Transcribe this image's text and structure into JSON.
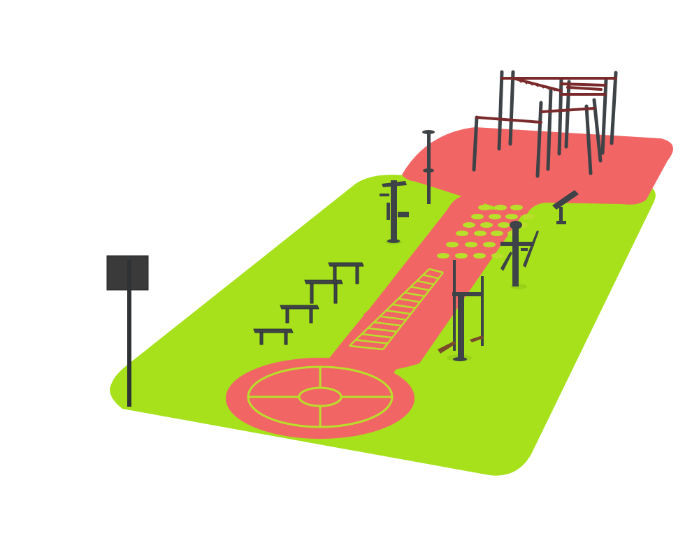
{
  "scene": {
    "description_hidden": false,
    "colors": {
      "background": "#ffffff",
      "turf_green": "#a6e11c",
      "turf_green_edge": "#8cc715",
      "track_red": "#f26565",
      "track_red_edge": "#e05050",
      "line_marking": "#b8e02a",
      "equipment_dark": "#3d4347",
      "equipment_frame_red": "#7a2a2a",
      "sign_panel": "#3a3a3a"
    },
    "equipment_counts": {
      "benches": 4,
      "ladder_rungs": 14,
      "agility_dots": 22,
      "compass_segments": 4
    }
  }
}
